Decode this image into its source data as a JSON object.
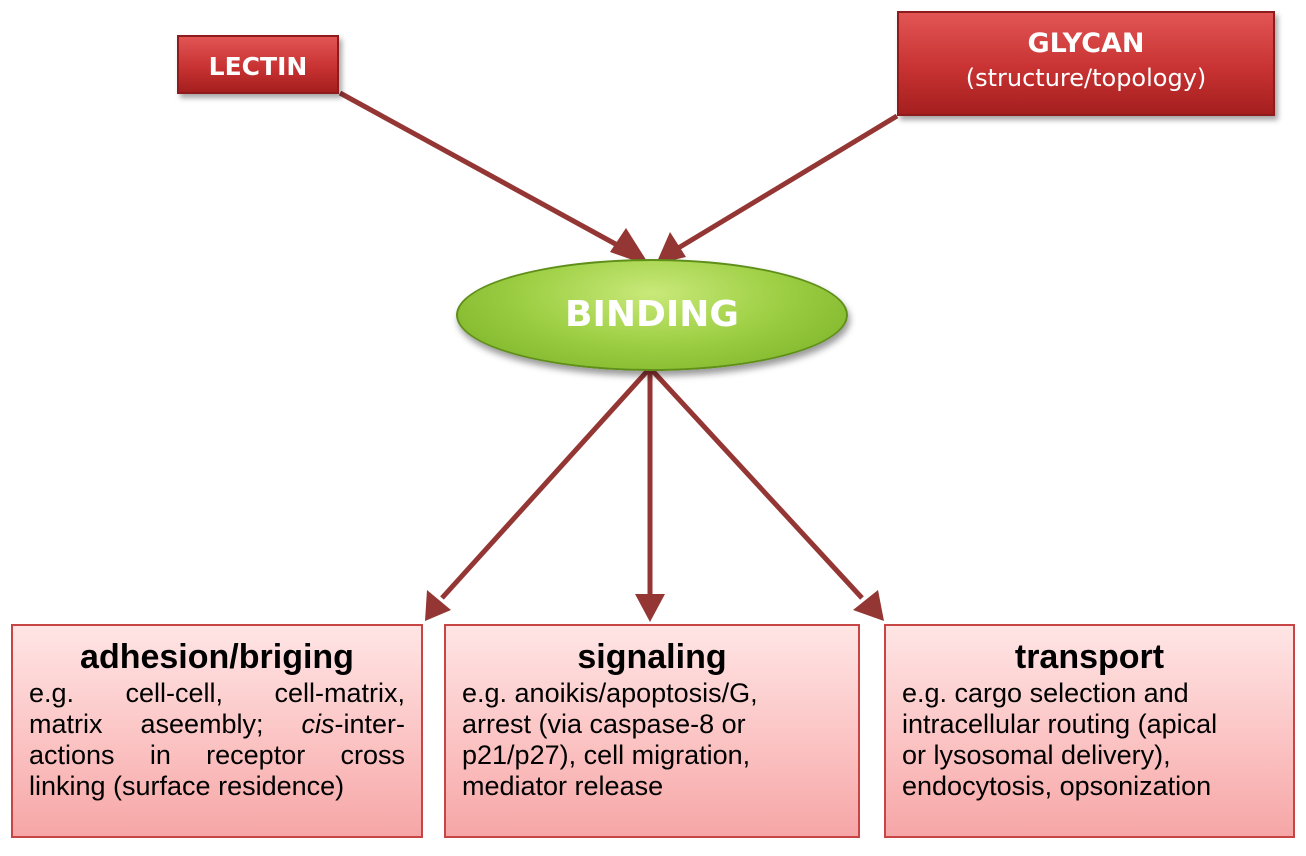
{
  "nodes": {
    "lectin": "LECTIN",
    "glycan_title": "GLYCAN",
    "glycan_sub": "(structure/topology)",
    "binding": "BINDING"
  },
  "outcomes": {
    "adhesion": {
      "title": "adhesion/briging",
      "l1": "e.g.   cell-cell,   cell-matrix,",
      "l2a": "matrix aseembly; ",
      "l2b": "cis",
      "l2c": "-inter-",
      "l3": "actions  in  receptor  cross",
      "l4": "linking (surface residence)"
    },
    "signaling": {
      "title": "signaling",
      "l1": "e.g. anoikis/apoptosis/G,",
      "l2": "arrest (via caspase-8 or",
      "l3": "p21/p27), cell migration,",
      "l4": "mediator release"
    },
    "transport": {
      "title": "transport",
      "l1": "e.g. cargo selection and",
      "l2": "intracellular routing (apical",
      "l3": "or lysosomal delivery),",
      "l4": "endocytosis, opsonization"
    }
  },
  "colors": {
    "arrow": "#943634",
    "red_box": "#c0392b",
    "binding_ellipse": "#9bcf45",
    "pink_box": "#f9b9b9",
    "pink_border": "#c84545"
  }
}
